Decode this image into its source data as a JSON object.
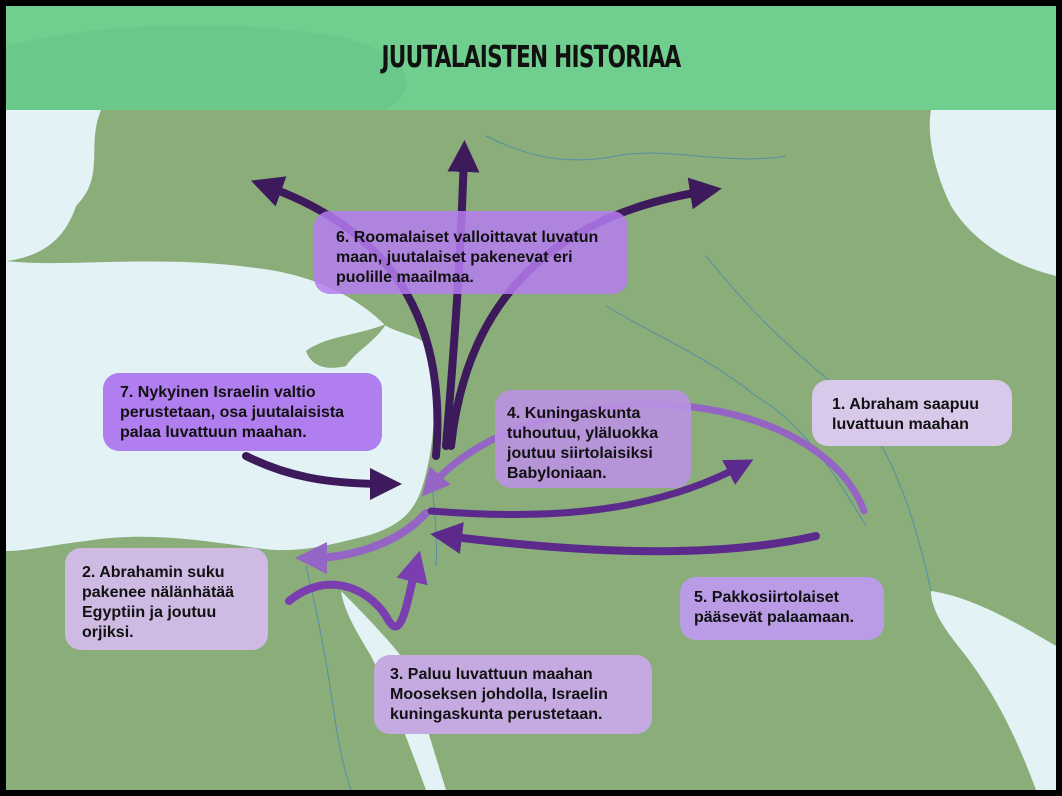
{
  "title": "JUUTALAISTEN HISTORIAA",
  "colors": {
    "land": "#8aad7a",
    "sea": "#e3f2f5",
    "northern_land": "#70cf8e",
    "dark_arrow": "#3d1a5c",
    "mid_arrow": "#5b2a8c",
    "light_arrow": "#9465c4"
  },
  "events": [
    {
      "id": 1,
      "text": "1. Abraham saapuu luvattuun maahan"
    },
    {
      "id": 2,
      "text": "2. Abrahamin suku pakenee nälänhätää Egyptiin ja joutuu orjiksi."
    },
    {
      "id": 3,
      "text": "3. Paluu luvattuun maahan Mooseksen johdolla, Israelin kuningaskunta perustetaan."
    },
    {
      "id": 4,
      "text": "4. Kuningaskunta tuhoutuu, yläluokka joutuu siirtolaisiksi Babyloniaan."
    },
    {
      "id": 5,
      "text": "5. Pakkosiirtolaiset pääsevät palaamaan."
    },
    {
      "id": 6,
      "text": "6. Roomalaiset valloittavat luvatun maan, juutalaiset pakenevat eri puolille maailmaa."
    },
    {
      "id": 7,
      "text": "7. Nykyinen Israelin valtio perustetaan, osa juutalaisista palaa luvattuun maahan."
    }
  ]
}
